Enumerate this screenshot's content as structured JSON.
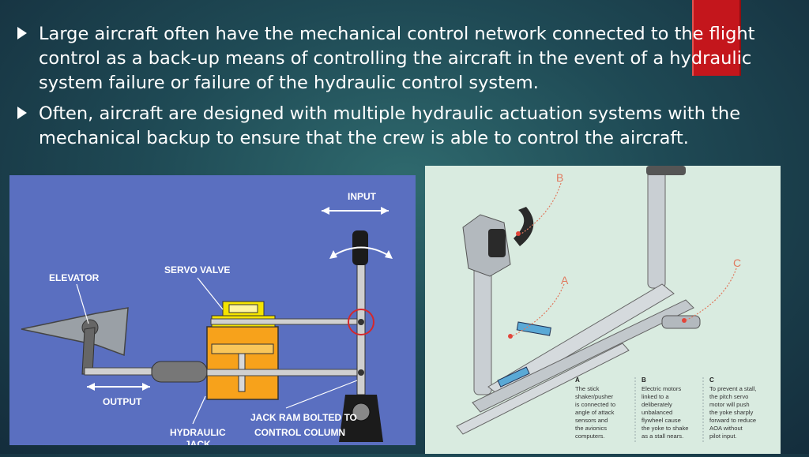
{
  "bullets": [
    "Large aircraft often have the mechanical control network connected to the flight control as a back-up means of controlling the aircraft in the event of a hydraulic system failure or failure of the hydraulic control system.",
    "Often, aircraft are designed with multiple hydraulic actuation systems with the mechanical backup to ensure that the crew is able to control the aircraft."
  ],
  "left_figure": {
    "labels": {
      "input": "INPUT",
      "elevator": "ELEVATOR",
      "servo_valve": "SERVO VALVE",
      "output": "OUTPUT",
      "jack_ram_1": "JACK RAM BOLTED TO",
      "jack_ram_2": "CONTROL COLUMN",
      "hydraulic": "HYDRAULIC",
      "jack": "JACK"
    }
  },
  "right_figure": {
    "markers": {
      "a": "A",
      "b": "B",
      "c": "C"
    },
    "callouts": [
      {
        "head": "A",
        "lines": [
          "The stick",
          "shaker/pusher",
          "is connected to",
          "angle of attack",
          "sensors and",
          "the avionics",
          "computers."
        ]
      },
      {
        "head": "B",
        "lines": [
          "Electric motors",
          "linked to a",
          "deliberately",
          "unbalanced",
          "flywheel cause",
          "the yoke to shake",
          "as a stall nears."
        ]
      },
      {
        "head": "C",
        "lines": [
          "To prevent a stall,",
          "the pitch servo",
          "motor will push",
          "the yoke sharply",
          "forward to reduce",
          "AOA without",
          "pilot input."
        ]
      }
    ]
  },
  "colors": {
    "accent": "#c4161c",
    "servo": "#f7a21b",
    "valve": "#f5e400",
    "marker": "#e07a5f"
  }
}
